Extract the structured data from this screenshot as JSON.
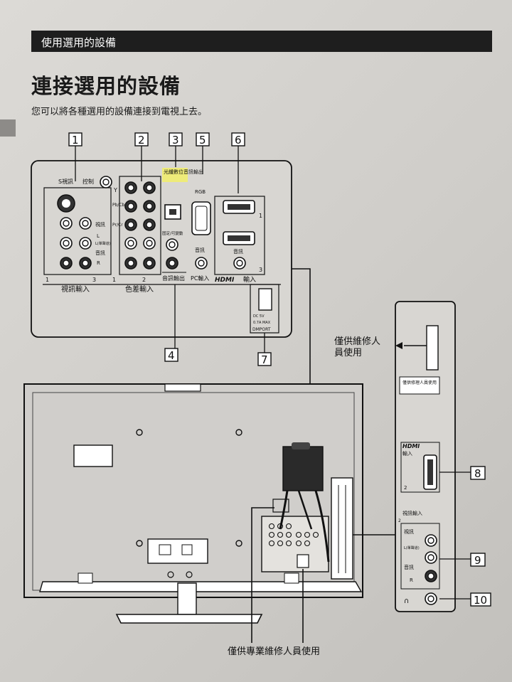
{
  "header": {
    "section": "使用選用的設備",
    "title": "連接選用的設備",
    "intro": "您可以將各種選用的設備連接到電視上去。"
  },
  "callouts": [
    "1",
    "2",
    "3",
    "4",
    "5",
    "6",
    "7",
    "8",
    "9",
    "10"
  ],
  "back_panel": {
    "s_video": "S視訊",
    "control": "控制",
    "y": "Y",
    "pb_cb": "Pb/Cb",
    "pr_cr": "Pr/Cr",
    "video": "視訊",
    "l_mono": "L(單聲道)",
    "audio": "音訊",
    "l": "L",
    "r": "R",
    "optical": "光纖數位音訊輸出",
    "fixed_variable": "固定/可變動",
    "rgb": "RGB",
    "pc_audio": "音訊",
    "hdmi_audio": "音訊",
    "port_1": "1",
    "port_2": "2",
    "port_3": "3",
    "hdmi_1": "1",
    "hdmi_3": "3",
    "video_input": "視訊輸入",
    "component_input": "色差輸入",
    "audio_output": "音訊輸出",
    "pc_input": "PC輸入",
    "hdmi_logo": "HDMI",
    "hdmi_input": "輸入",
    "dc": "DC 5V",
    "dc_current": "0.7A MAX",
    "dmport": "DMPORT"
  },
  "side_panel": {
    "service_note": "僅供維修人員使用",
    "service_label": "僅供修理人員使用",
    "hdmi_logo": "HDMI",
    "hdmi_input": "輸入",
    "hdmi_port": "2",
    "video_input": "視訊輸入",
    "video_port": "2",
    "video": "視訊",
    "l_mono": "L(單聲道)",
    "audio": "音訊",
    "r": "R"
  },
  "bottom_note": "僅供專業維修人員使用"
}
